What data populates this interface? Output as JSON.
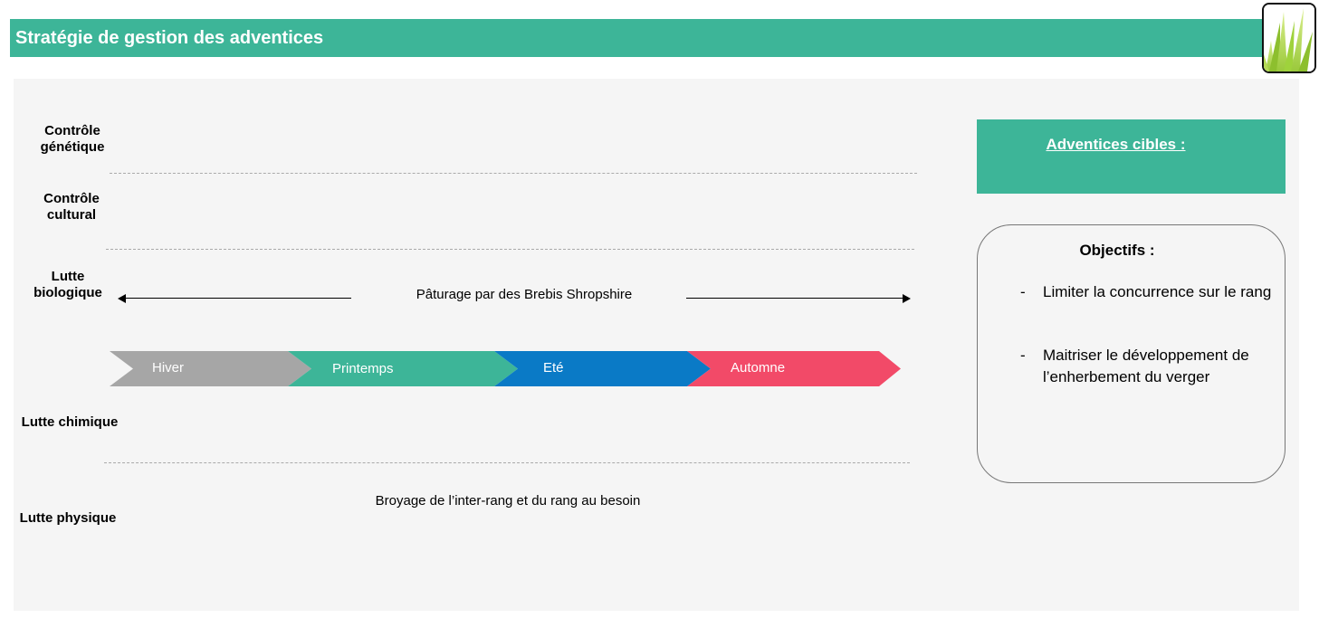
{
  "header": {
    "title": "Stratégie de gestion des adventices"
  },
  "logo": {
    "icon": "grass-logo-icon"
  },
  "rows": {
    "genetique": "Contrôle génétique",
    "cultural": "Contrôle cultural",
    "biologique": "Lutte biologique",
    "chimique": "Lutte chimique",
    "physique": "Lutte physique"
  },
  "biologique_action": "Pâturage par des Brebis Shropshire",
  "physique_action": "Broyage de l’inter-rang et du rang au besoin",
  "seasons": [
    {
      "label": "Hiver",
      "color": "#a6a6a6"
    },
    {
      "label": "Printemps",
      "color": "#3db598"
    },
    {
      "label": "Eté",
      "color": "#0a7ac6"
    },
    {
      "label": "Automne",
      "color": "#f24a68"
    }
  ],
  "targets": {
    "title": "Adventices cibles :"
  },
  "objectives": {
    "title": "Objectifs :",
    "items": [
      "Limiter la concurrence sur le rang",
      "Maitriser le développement de l’enherbement du verger"
    ],
    "bullet": "-"
  }
}
